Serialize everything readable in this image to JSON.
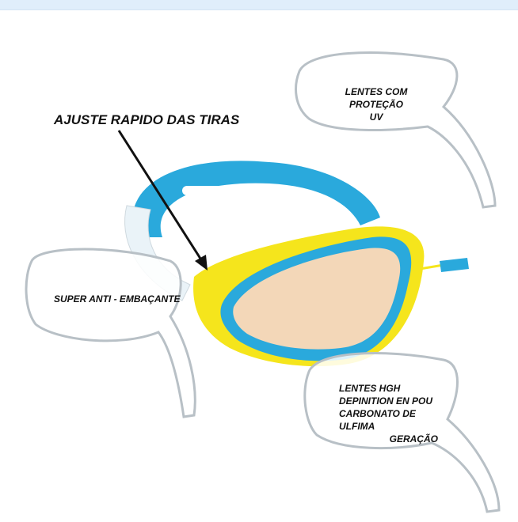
{
  "labels": {
    "strap": "AJUSTE RAPIDO DAS TIRAS",
    "uv": [
      "LENTES COM PROTEÇÃO",
      "UV"
    ],
    "antifog": "SUPER ANTI - EMBAÇANTE",
    "hd": [
      "LENTES HGH",
      "DEPINITION EN POU",
      "CARBONATO DE ULFIMA",
      "GERAÇÃO"
    ]
  },
  "colors": {
    "strap": "#2aa9dc",
    "frame": "#f5e51c",
    "lens": "#f3d7b8",
    "banner": "#e0eefb"
  }
}
